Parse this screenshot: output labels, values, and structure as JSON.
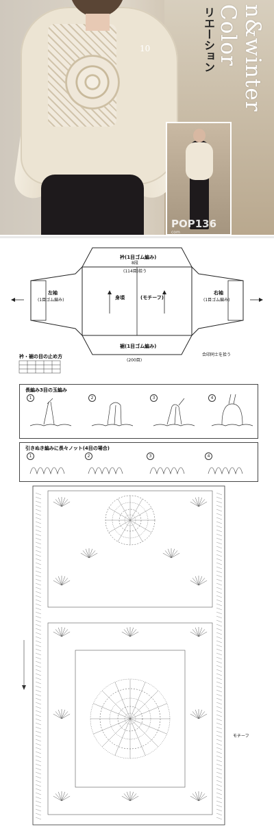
{
  "photo": {
    "title_en": "n&winter Color",
    "title_jp": "リエーション",
    "page_number": "10",
    "watermark": "POP136",
    "watermark_sub": "com"
  },
  "diagram": {
    "collar_label": "衿(1目ゴム編み)",
    "collar_size": "8段",
    "hem_label": "裾(1目ゴム編み)",
    "body_label": "身頃",
    "motif_label": "(モチーフ)",
    "left_sleeve": "左袖",
    "left_sleeve_rib": "(1目ゴム編み)",
    "right_sleeve": "右袖",
    "right_sleeve_rib": "(1目ゴム編み)",
    "width_top": "(114目)拾う",
    "width_bottom": "(200目)",
    "bind_off_title": "衿・裾の目の止め方",
    "note_join": "合印同士を拾う",
    "section_a_title": "長編み3目の玉編み",
    "section_b_title": "引きぬき編みに長々ノット(4目の場合)",
    "steps_a": [
      "1",
      "2",
      "3",
      "4"
    ],
    "steps_b": [
      "1",
      "2",
      "3",
      "4"
    ]
  },
  "chart": {
    "label_motif": "モチーフ",
    "label_arrow": "↓"
  }
}
